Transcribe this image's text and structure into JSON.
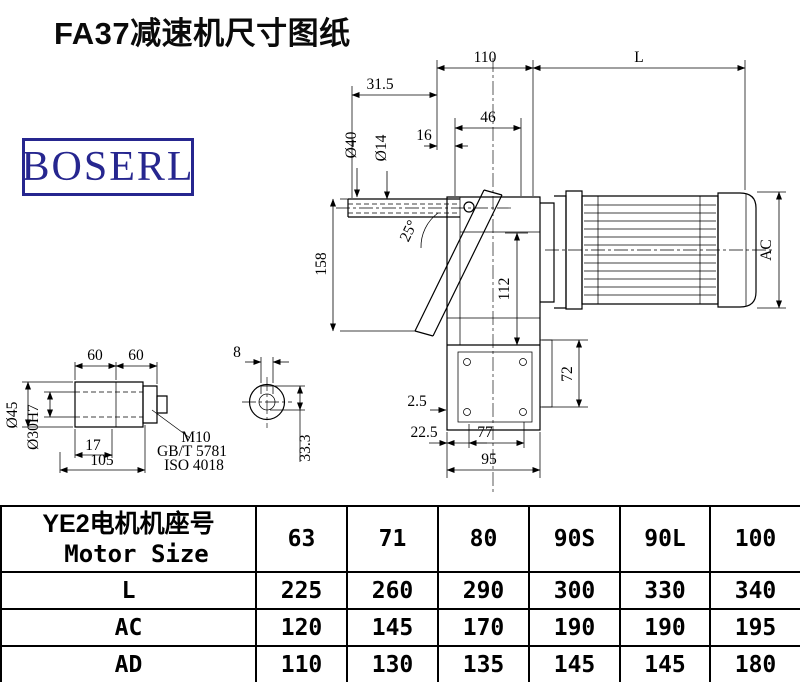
{
  "page": {
    "title": "FA37减速机尺寸图纸"
  },
  "logo": {
    "text": "BOSERL"
  },
  "colors": {
    "logo_blue": "#26268f",
    "line_black": "#000000"
  },
  "main_view": {
    "d110": "110",
    "dL": "L",
    "d31_5": "31.5",
    "d46": "46",
    "d16": "16",
    "dia40": "Ø40",
    "dia14": "Ø14",
    "angle": "25°",
    "d158": "158",
    "d112": "112",
    "dAC": "AC",
    "d72": "72",
    "d2_5": "2.5",
    "d22_5": "22.5",
    "d77": "77",
    "d95": "95"
  },
  "shaft_view": {
    "d60a": "60",
    "d60b": "60",
    "d8": "8",
    "dia45": "Ø45",
    "dia30": "Ø30H7",
    "d17": "17",
    "d105": "105",
    "bolt_spec1": "M10",
    "bolt_spec2": "GB/T 5781",
    "bolt_spec3": "ISO 4018",
    "d33_3": "33.3"
  },
  "table": {
    "header_cn": "YE2电机机座号",
    "header_en": "Motor Size",
    "sizes": [
      "63",
      "71",
      "80",
      "90S",
      "90L",
      "100"
    ],
    "rows": [
      {
        "label": "L",
        "values": [
          "225",
          "260",
          "290",
          "300",
          "330",
          "340"
        ]
      },
      {
        "label": "AC",
        "values": [
          "120",
          "145",
          "170",
          "190",
          "190",
          "195"
        ]
      },
      {
        "label": "AD",
        "values": [
          "110",
          "130",
          "135",
          "145",
          "145",
          "180"
        ]
      }
    ]
  }
}
